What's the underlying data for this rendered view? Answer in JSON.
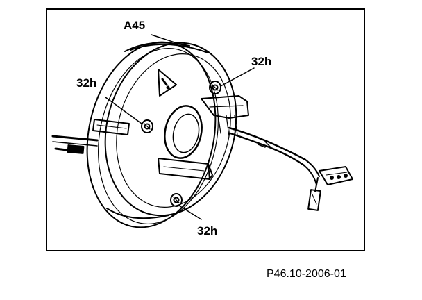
{
  "figure": {
    "callouts": {
      "component": "A45",
      "screw_top_right": "32h",
      "screw_left": "32h",
      "screw_bottom": "32h"
    },
    "figure_code": "P46.10-2006-01"
  }
}
